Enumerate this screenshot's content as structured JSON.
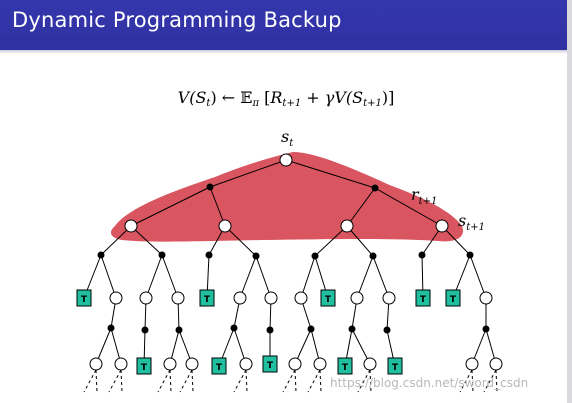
{
  "slide": {
    "title": "Dynamic Programming Backup"
  },
  "equation": {
    "lhs_V": "V(",
    "lhs_S": "S",
    "lhs_sub": "t",
    "lhs_close": ")",
    "arrow": " ← ",
    "expect": "𝔼",
    "expect_sub": "π",
    "bracket_open": " [",
    "R": "R",
    "R_sub": "t+1",
    "plus_gamma": " + γ",
    "V2": "V(",
    "S2": "S",
    "S2_sub": "t+1",
    "close": ")]"
  },
  "labels": {
    "s_t": "s",
    "s_t_sub": "t",
    "r_t1": "r",
    "r_t1_sub": "t+1",
    "s_t1": "s",
    "s_t1_sub": "t+1",
    "terminal": "T"
  },
  "colors": {
    "title_bar": "#3436ac",
    "highlight": "#d9555f",
    "terminal": "#1fbfa0"
  },
  "watermark": "https://blog.csdn.net/sword_csdn"
}
